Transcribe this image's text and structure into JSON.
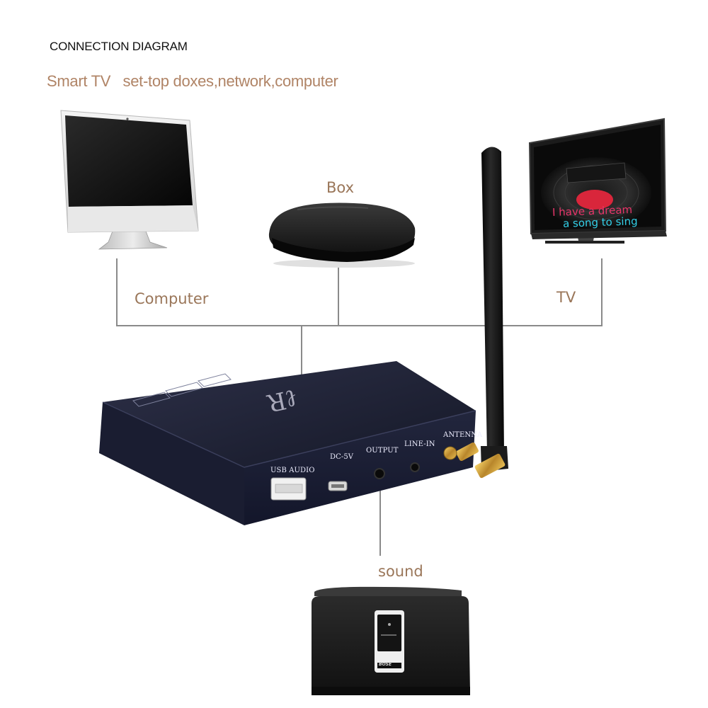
{
  "diagram": {
    "heading": "CONNECTION DIAGRAM",
    "subheading": "Smart TV   set-top doxes,network,computer",
    "labels": {
      "box": "Box",
      "computer": "Computer",
      "tv": "TV",
      "sound": "sound"
    }
  },
  "tv_screen": {
    "line1": "I have a dream",
    "line2": "a song to sing"
  },
  "device": {
    "logo": "ℓR",
    "ports": {
      "usb": "USB AUDIO",
      "dc": "DC-5V",
      "output": "OUTPUT",
      "line_in": "LINE-IN",
      "antenna": "ANTENNA"
    }
  },
  "speaker": {
    "brand": "BOSE"
  },
  "colors": {
    "label_brown": "#9a7659",
    "subheading_brown": "#b08466",
    "device_body": "#1d2138",
    "tv_pink": "#e8356a",
    "tv_cyan": "#33d0e8"
  }
}
